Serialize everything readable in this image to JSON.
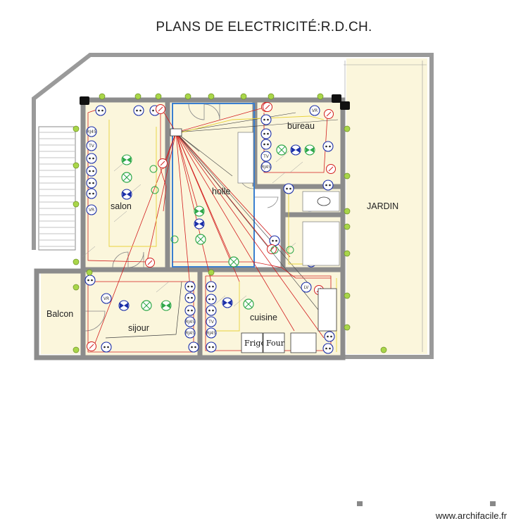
{
  "title": "PLANS DE ELECTRICITÉ:R.D.CH.",
  "watermark": "www.archifacile.fr",
  "rooms": {
    "salon": "salon",
    "holle": "holle",
    "bureau": "bureau",
    "jardin": "JARDIN",
    "balcon": "Balcon",
    "sijour": "sijour",
    "cuisine": "cuisine"
  },
  "appliances": {
    "frigo": "Frigo",
    "four": "Four"
  },
  "symbols": {
    "tv": "TV",
    "vr": "VR",
    "lv": "LV",
    "rj45": "RJ45"
  },
  "colors": {
    "wall": "#8c8c8c",
    "floor": "#fbf6dc",
    "wire_red": "#d21e1e",
    "wire_yellow": "#e8d23a",
    "wire_dark": "#444444",
    "socket_blue": "#1b2fa8",
    "light_green": "#2fa84a",
    "partition_blue": "#3a7fd0"
  }
}
